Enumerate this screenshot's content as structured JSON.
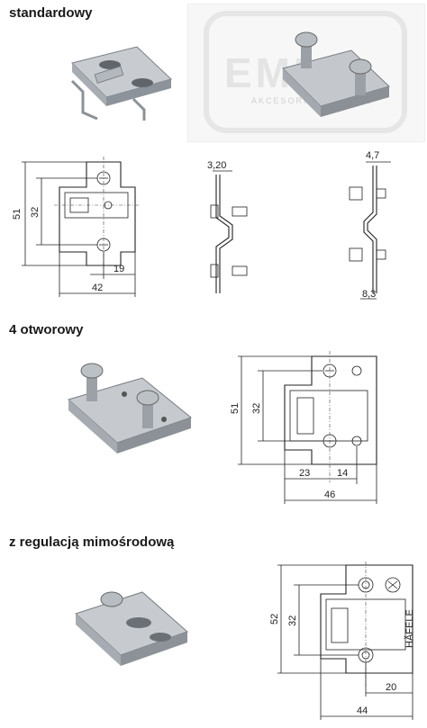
{
  "sections": [
    {
      "title": "standardowy",
      "dims": {
        "front_height": "51",
        "front_inner_height": "32",
        "front_offset": "19",
        "front_width": "42",
        "side_a_thickness": "3,20",
        "side_b_top": "4,7",
        "side_b_bottom": "8,3"
      }
    },
    {
      "title": "4 otworowy",
      "dims": {
        "height": "51",
        "inner_height": "32",
        "offset_left": "23",
        "offset_right": "14",
        "width": "46"
      }
    },
    {
      "title": "z regulacją mimośrodową",
      "dims": {
        "height": "52",
        "inner_height": "32",
        "offset": "20",
        "width": "44"
      }
    }
  ],
  "watermark": {
    "text": "EMMH",
    "subtext": "AKCESORIA MEBLOWE"
  },
  "part_label": "HÄFELE"
}
